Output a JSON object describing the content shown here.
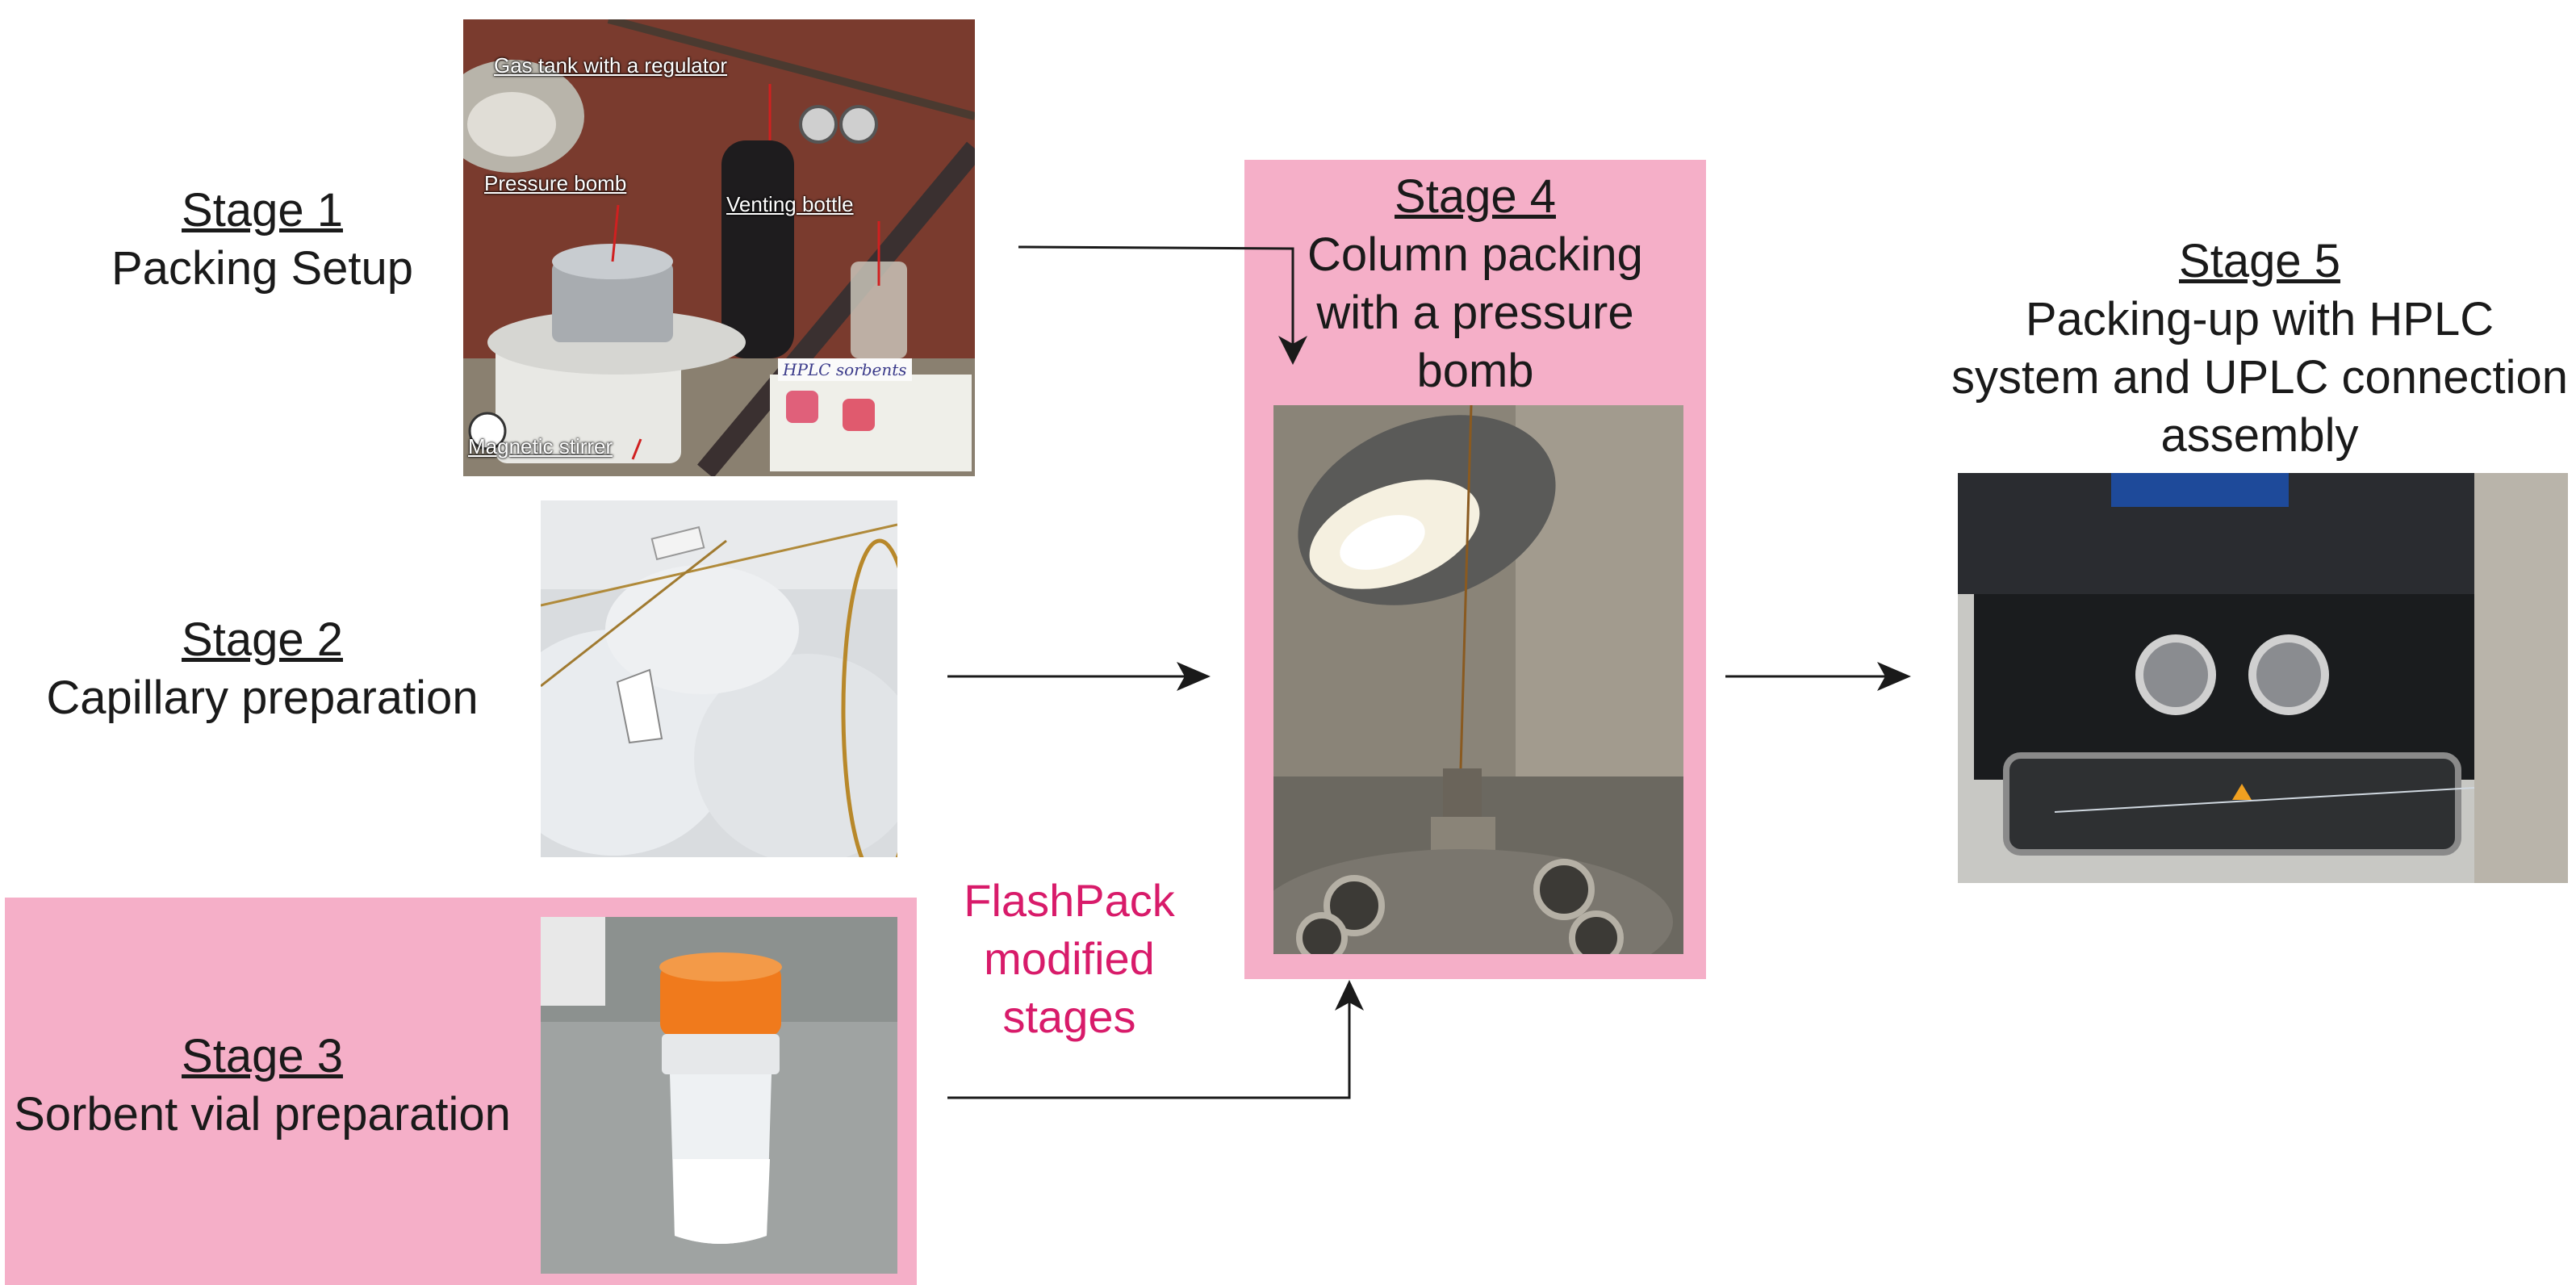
{
  "stages": [
    {
      "title": "Stage 1",
      "desc": [
        "Packing Setup"
      ]
    },
    {
      "title": "Stage 2",
      "desc": [
        "Capillary preparation"
      ]
    },
    {
      "title": "Stage 3",
      "desc": [
        "Sorbent vial preparation"
      ]
    },
    {
      "title": "Stage 4",
      "desc": [
        "Column packing",
        "with a pressure",
        "bomb"
      ]
    },
    {
      "title": "Stage 5",
      "desc": [
        "Packing-up with HPLC",
        "system and UPLC connection",
        "assembly"
      ]
    }
  ],
  "annotations": {
    "gas_tank": "Gas tank with a regulator",
    "pressure_bomb": "Pressure bomb",
    "venting_bottle": "Venting bottle",
    "magnetic_stirrer": "Magnetic stirrer",
    "vial_label": "HPLC sorbents"
  },
  "flashpack_note": [
    "FlashPack",
    "modified",
    "stages"
  ],
  "colors": {
    "highlight_pink": "#f5afc8",
    "flashpack_text": "#d81b6a",
    "arrow": "#1a1a1a"
  }
}
